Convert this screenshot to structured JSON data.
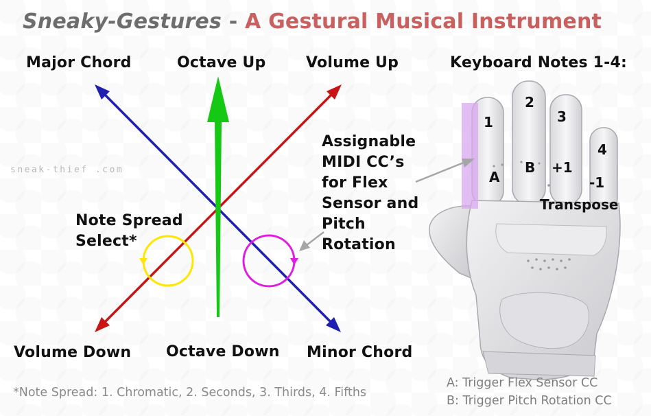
{
  "title": {
    "brand": "Sneaky-Gestures",
    "separator": "-",
    "subtitle": "A Gestural Musical Instrument"
  },
  "gestures": {
    "major_chord": "Major Chord",
    "octave_up": "Octave Up",
    "volume_up": "Volume Up",
    "volume_down": "Volume Down",
    "octave_down": "Octave Down",
    "minor_chord": "Minor Chord",
    "note_spread_select": "Note Spread Select*",
    "assignable_midi": "Assignable MIDI CC’s for Flex Sensor and Pitch Rotation"
  },
  "keyboard": {
    "heading": "Keyboard Notes 1-4:",
    "notes": [
      "1",
      "2",
      "3",
      "4"
    ],
    "transpose_up": "+1",
    "transpose_down": "-1",
    "transpose_label": "Transpose",
    "marker_a": "A",
    "marker_b": "B"
  },
  "watermark": "sneak-thief .com",
  "footnote": "*Note Spread: 1. Chromatic, 2. Seconds, 3. Thirds, 4. Fifths",
  "legend": {
    "a": "A: Trigger Flex Sensor CC",
    "b": "B: Trigger Pitch Rotation CC"
  },
  "colors": {
    "title_gray": "#6d6d6d",
    "title_red": "#c9605f",
    "blue_axis": "#1f1fb0",
    "red_axis": "#c81414",
    "green_axis": "#14c814",
    "yellow_circle": "#ffe600",
    "magenta_circle": "#e21be2",
    "flex_highlight": "#d8a8f0"
  }
}
